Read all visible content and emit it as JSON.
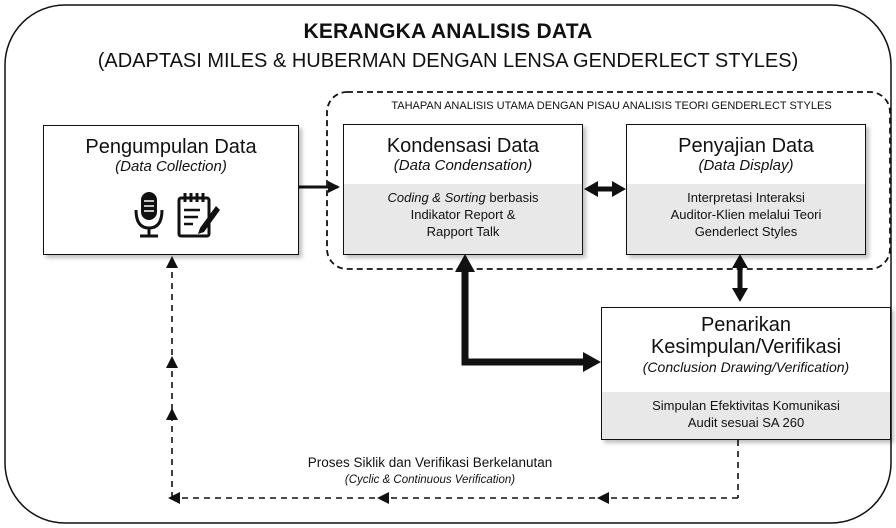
{
  "title": {
    "line1": "KERANGKA ANALISIS DATA",
    "line2": "(ADAPTASI MILES & HUBERMAN DENGAN LENSA GENDERLECT STYLES)"
  },
  "stage_group_label": "TAHAPAN ANALISIS UTAMA DENGAN PISAU ANALISIS TEORI GENDERLECT STYLES",
  "boxes": {
    "collection": {
      "name": "Pengumpulan Data",
      "sub": "(Data Collection)",
      "icons": [
        "microphone-icon",
        "notepad-icon"
      ]
    },
    "condensation": {
      "name": "Kondensasi Data",
      "sub": "(Data Condensation)",
      "body_italic": "Coding & Sorting",
      "body_rest_1": " berbasis",
      "body_line2": "Indikator Report &",
      "body_line3": "Rapport Talk"
    },
    "display": {
      "name": "Penyajian Data",
      "sub": "(Data Display)",
      "body_line1": "Interpretasi Interaksi",
      "body_line2": "Auditor-Klien melalui Teori",
      "body_line3": "Genderlect Styles"
    },
    "conclusion": {
      "name_line1": "Penarikan",
      "name_line2": "Kesimpulan/Verifikasi",
      "sub": "(Conclusion Drawing/Verification)",
      "body_line1": "Simpulan Efektivitas Komunikasi",
      "body_line2": "Audit sesuai SA 260"
    }
  },
  "cycle": {
    "label": "Proses Siklik dan Verifikasi Berkelanutan",
    "sub": "(Cyclic & Continuous Verification)"
  },
  "colors": {
    "stroke": "#111111",
    "panel": "#e8e8e8",
    "background": "#ffffff"
  }
}
